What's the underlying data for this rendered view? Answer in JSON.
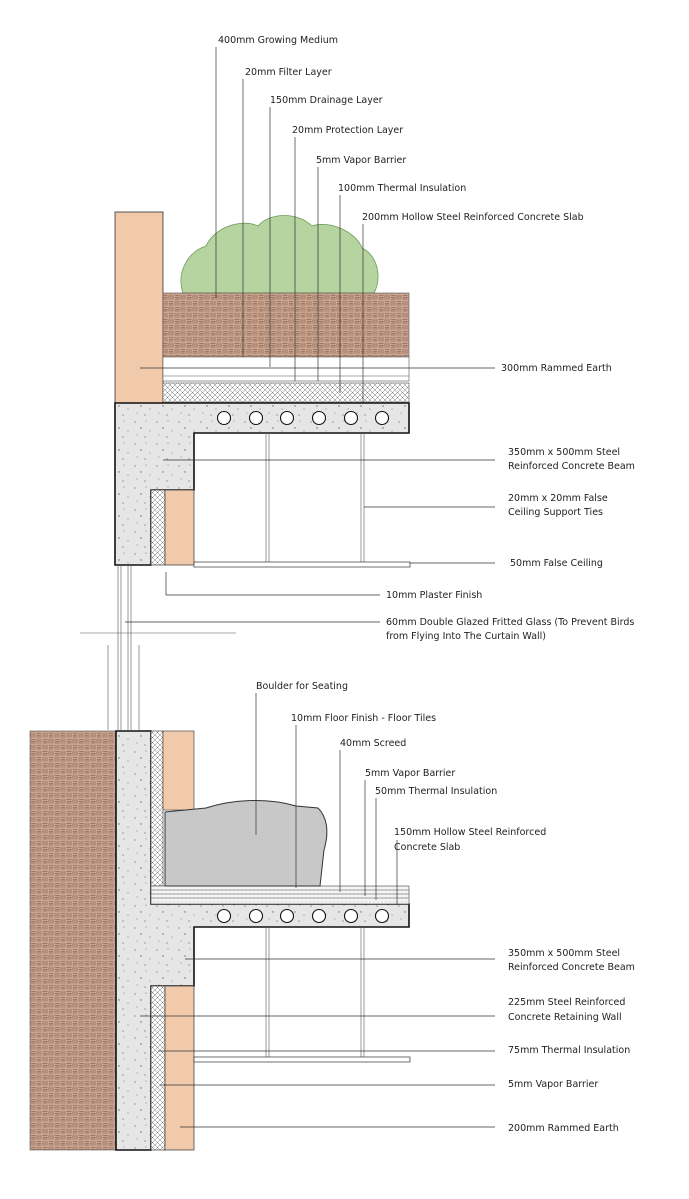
{
  "upper_section": {
    "labels": [
      "400mm Growing Medium",
      "20mm Filter Layer",
      "150mm Drainage Layer",
      "20mm Protection Layer",
      "5mm Vapor Barrier",
      "100mm Thermal Insulation",
      "200mm Hollow Steel Reinforced Concrete Slab",
      "300mm Rammed Earth"
    ],
    "beam_label": [
      "350mm x 500mm Steel",
      "Reinforced Concrete Beam"
    ],
    "ties_label": [
      "20mm x 20mm False",
      "Ceiling Support Ties"
    ],
    "false_ceiling": "50mm False Ceiling",
    "plaster": "10mm Plaster Finish",
    "glass_label": [
      "60mm Double Glazed Fritted Glass (To Prevent Birds",
      "from Flying Into The Curtain Wall)"
    ]
  },
  "lower_section": {
    "labels": [
      "Boulder for Seating",
      "10mm Floor Finish - Floor Tiles",
      "40mm Screed",
      "5mm Vapor Barrier",
      "50mm Thermal Insulation"
    ],
    "slab_label": [
      "150mm Hollow Steel Reinforced",
      "Concrete Slab"
    ],
    "beam_label": [
      "350mm x 500mm Steel",
      "Reinforced Concrete Beam"
    ],
    "wall_label": [
      "225mm Steel Reinforced",
      "Concrete Retaining Wall"
    ],
    "insulation": "75mm Thermal Insulation",
    "vapor": "5mm Vapor Barrier",
    "earth": "200mm Rammed Earth"
  },
  "colors": {
    "rammed_earth": "#f1c9ab",
    "soil": "#c9a48f",
    "concrete": "#e6e6e6",
    "plant": "#a9cd8e",
    "boulder": "#c8c8c8"
  }
}
